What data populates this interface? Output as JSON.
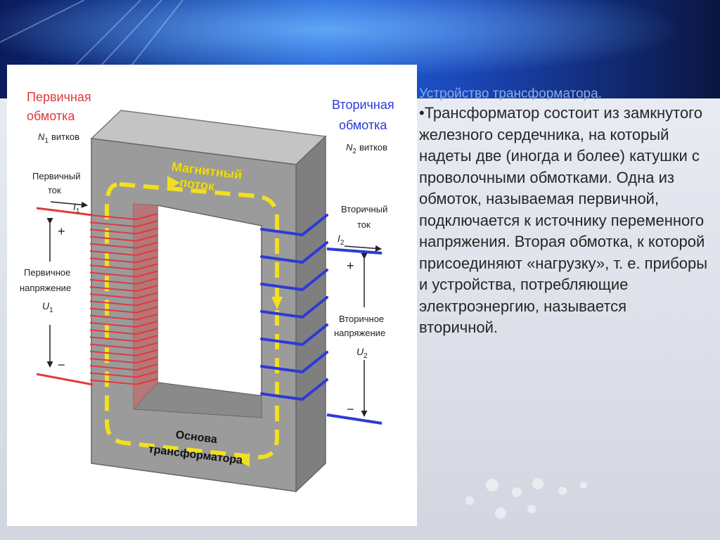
{
  "slide": {
    "title": "Устройство трансформатора.",
    "body": "•Трансформатор состоит из замкнутого железного сердечника, на который надеты две (иногда и более) катушки с проволочными обмотками. Одна из обмоток, называемая первичной, подключается к источнику переменного напряжения. Вторая обмотка, к которой присоединяют «нагрузку», т. е. приборы и устройства, потребляющие электроэнергию, называется вторичной."
  },
  "diagram": {
    "primary_winding": {
      "line1": "Первичная",
      "line2": "обмотка",
      "turns_symbol": "N",
      "turns_subscript": "1",
      "turns_word": "витков"
    },
    "secondary_winding": {
      "line1": "Вторичная",
      "line2": "обмотка",
      "turns_symbol": "N",
      "turns_subscript": "2",
      "turns_word": "витков"
    },
    "primary_current": {
      "line1": "Первичный",
      "line2": "ток",
      "symbol": "I",
      "subscript": "1"
    },
    "secondary_current": {
      "line1": "Вторичный",
      "line2": "ток",
      "symbol": "I",
      "subscript": "2"
    },
    "primary_voltage": {
      "line1": "Первичное",
      "line2": "напряжение",
      "symbol": "U",
      "subscript": "1",
      "plus": "+",
      "minus": "−"
    },
    "secondary_voltage": {
      "line1": "Вторичное",
      "line2": "напряжение",
      "symbol": "U",
      "subscript": "2",
      "plus": "+",
      "minus": "−"
    },
    "magnetic_flux": {
      "line1": "Магнитный",
      "line2": "поток"
    },
    "core_base": {
      "line1": "Основа",
      "line2": "трансформатора"
    },
    "colors": {
      "primary": "#e0393e",
      "secondary": "#2c3ad6",
      "flux": "#f2e020",
      "core_front": "#9b9b9b",
      "core_top": "#c4c4c4",
      "core_side": "#7f7f7f"
    }
  }
}
